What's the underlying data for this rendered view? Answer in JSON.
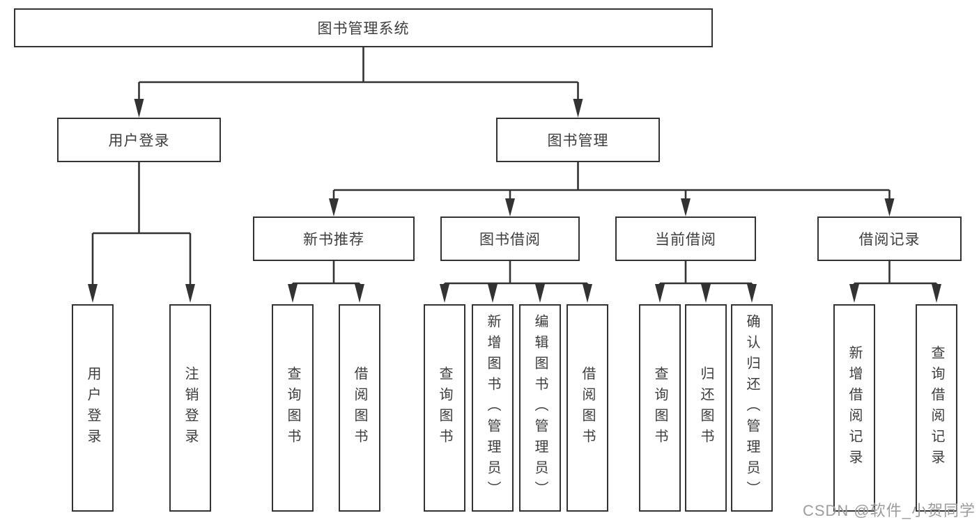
{
  "diagram": {
    "type": "hierarchy-tree",
    "direction": "top-down",
    "colors": {
      "line": "#333333",
      "box_border": "#333333",
      "box_fill": "#ffffff",
      "text": "#3d3d3d",
      "watermark": "#9c9c9c"
    }
  },
  "tree": {
    "label": "图书管理系统",
    "children": [
      {
        "label": "用户登录",
        "children": [
          {
            "label": "用户登录"
          },
          {
            "label": "注销登录"
          }
        ]
      },
      {
        "label": "图书管理",
        "children": [
          {
            "label": "新书推荐",
            "children": [
              {
                "label": "查询图书"
              },
              {
                "label": "借阅图书"
              }
            ]
          },
          {
            "label": "图书借阅",
            "children": [
              {
                "label": "查询图书"
              },
              {
                "label": "新增图书（管理员）"
              },
              {
                "label": "编辑图书（管理员）"
              },
              {
                "label": "借阅图书"
              }
            ]
          },
          {
            "label": "当前借阅",
            "children": [
              {
                "label": "查询图书"
              },
              {
                "label": "归还图书"
              },
              {
                "label": "确认归还（管理员）"
              }
            ]
          },
          {
            "label": "借阅记录",
            "children": [
              {
                "label": "新增借阅记录"
              },
              {
                "label": "查询借阅记录"
              }
            ]
          }
        ]
      }
    ]
  },
  "watermark": "CSDN @软件_小贺同学"
}
